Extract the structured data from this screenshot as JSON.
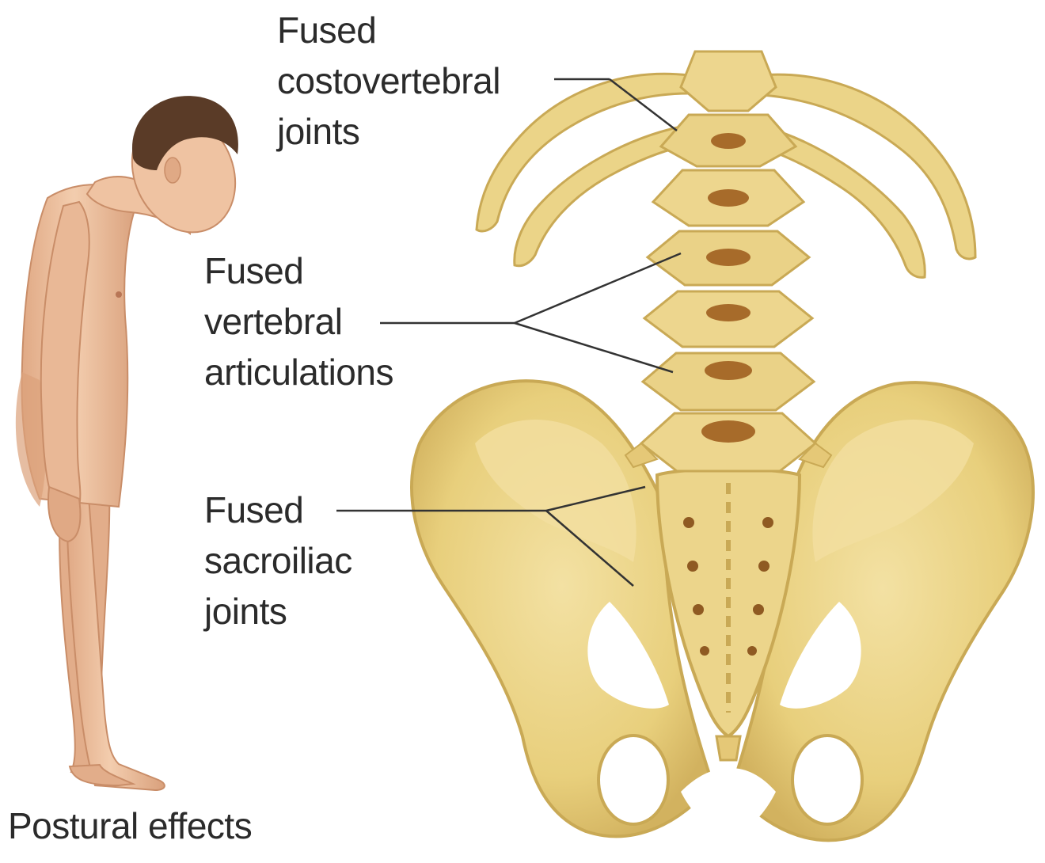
{
  "labels": {
    "costovertebral": [
      "Fused",
      "costovertebral",
      "joints"
    ],
    "vertebral": [
      "Fused",
      "vertebral",
      "articulations"
    ],
    "sacroiliac": [
      "Fused",
      "sacroiliac",
      "joints"
    ]
  },
  "caption": "Postural effects",
  "colors": {
    "bone": "#e8cf7c",
    "bone_light": "#f1dd98",
    "bone_shadow": "#c9a955",
    "cavity": "#a76b2a",
    "skin": "#efc3a2",
    "skin_shadow": "#d9a07c",
    "hair": "#5a3b27",
    "leader": "#333333",
    "text": "#2b2b2b"
  }
}
